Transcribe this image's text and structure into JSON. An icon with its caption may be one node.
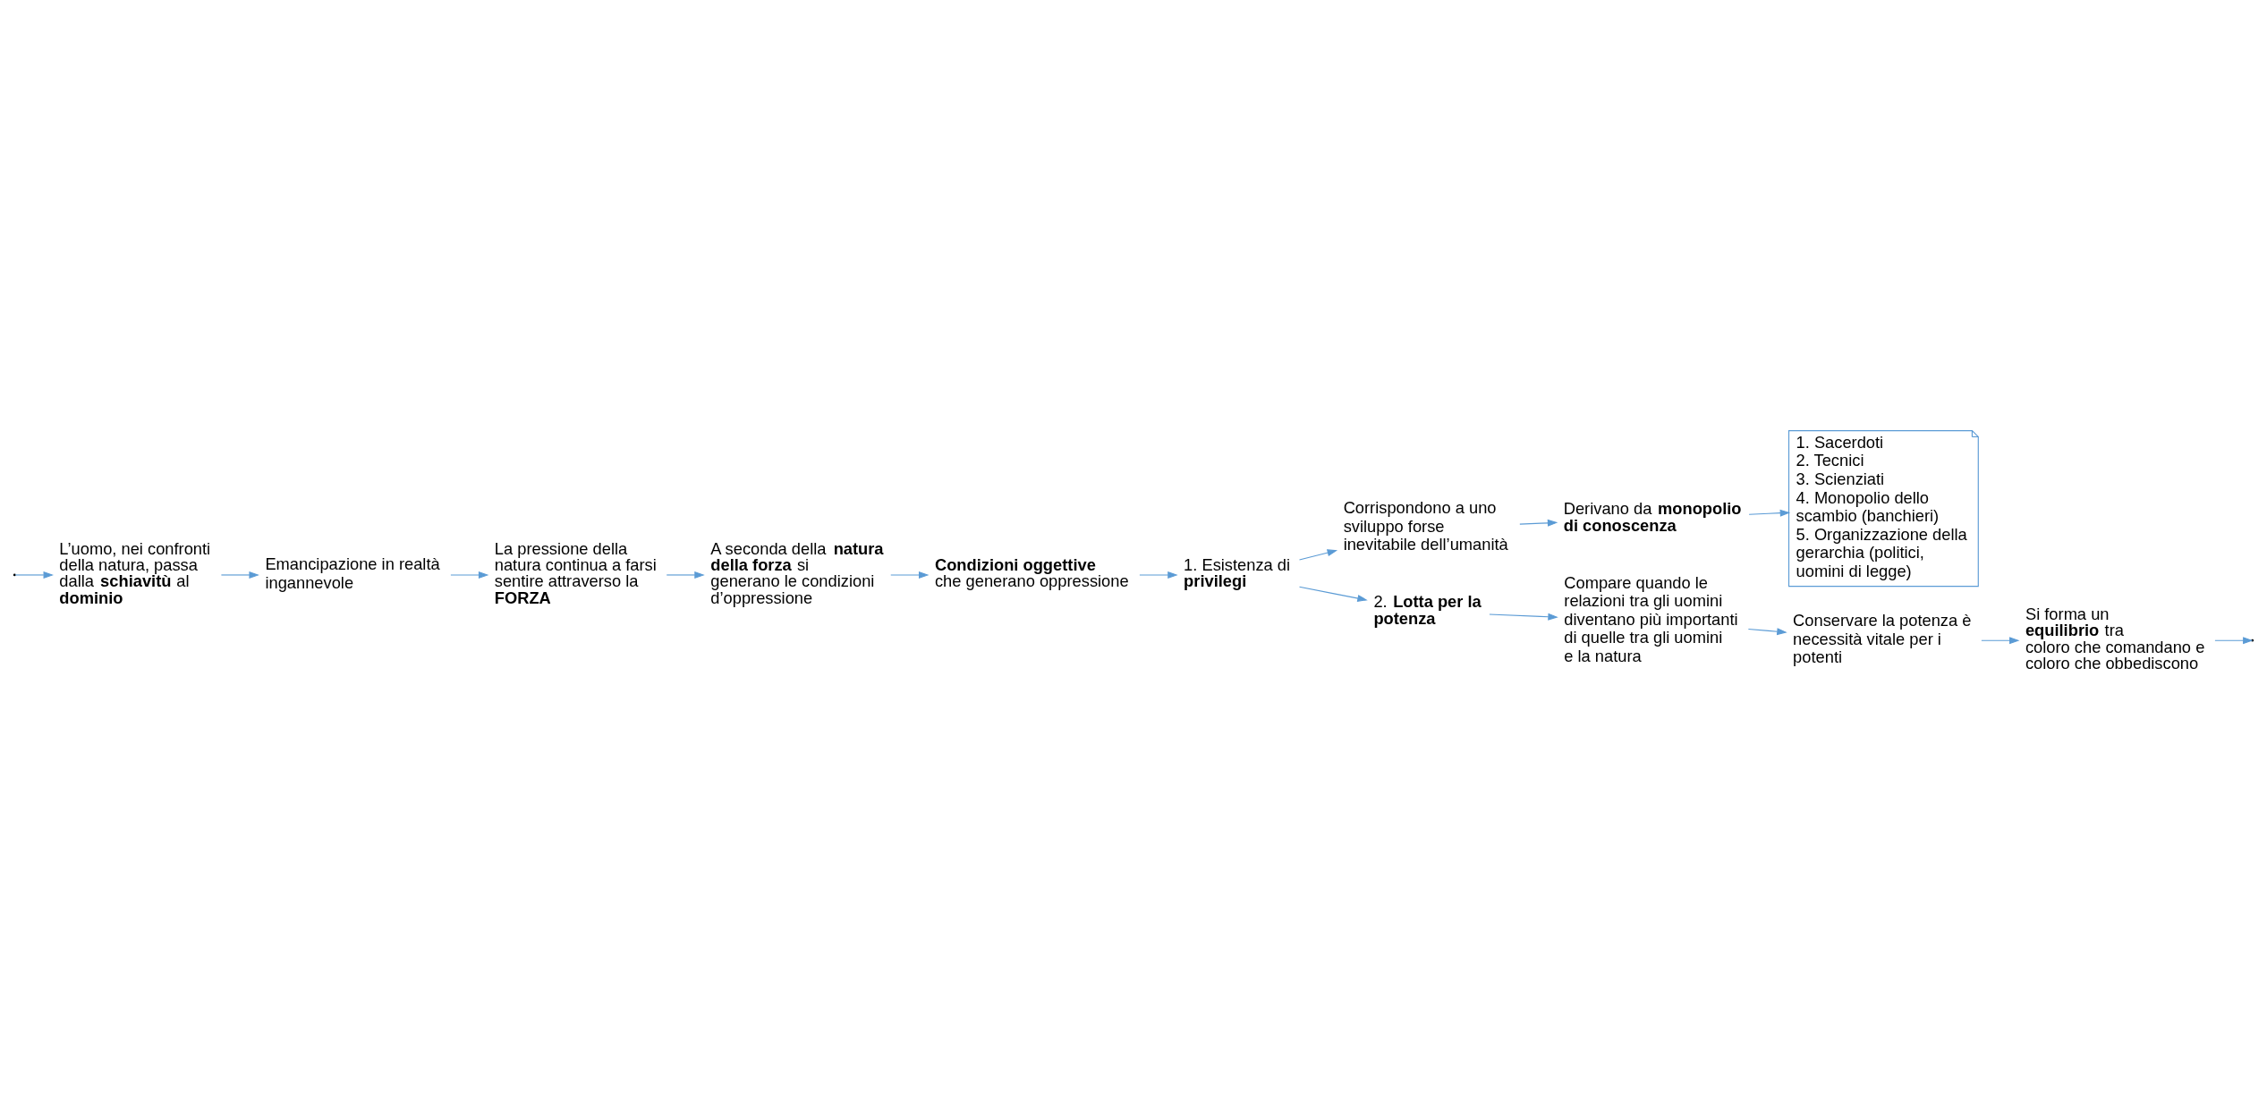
{
  "diagram": {
    "nodes": [
      {
        "text": [
          "L’uomo, nei confronti della natura, passa dalla **schiavitù** al **dominio**"
        ]
      },
      {
        "text": [
          "Emancipazione in realtà ingannevole"
        ]
      },
      {
        "text": [
          "La pressione della natura continua a farsi sentire attraverso la **FORZA**"
        ]
      },
      {
        "text": [
          "A seconda della **natura della forza** si generano le condizioni d’oppressione"
        ]
      },
      {
        "text": [
          "**Condizioni oggettive** che generano oppressione"
        ]
      },
      {
        "text": [
          "1. Esistenza di **privilegi**"
        ]
      },
      {
        "text": [
          "Corrispondono a uno sviluppo forse inevitabile dell’umanità"
        ]
      },
      {
        "text": [
          "Derivano da **monopolio di conoscenza**"
        ]
      },
      {
        "text": [
          "1. Sacerdoti",
          "2. Tecnici",
          "3. Scienziati",
          "4. Monopolio dello scambio (banchieri)",
          "5. Organizzazione della gerarchia (politici, uomini di legge)"
        ]
      },
      {
        "text": [
          "2. **Lotta per la potenza**"
        ]
      },
      {
        "text": [
          "Compare quando le relazioni tra gli uomini diventano più importanti di quelle tra gli uomini e la natura"
        ]
      },
      {
        "text": [
          "Conservare la potenza è necessità vitale per i potenti"
        ]
      },
      {
        "text": [
          "Si forma un **equilibrio** tra coloro che comandano e coloro che obbediscono"
        ]
      }
    ],
    "edges": [
      {
        "from": null,
        "to": 0,
        "arrow": "to"
      },
      {
        "from": 0,
        "to": 1,
        "arrow": "to"
      },
      {
        "from": 1,
        "to": 2,
        "arrow": "to"
      },
      {
        "from": 2,
        "to": 3,
        "arrow": "to"
      },
      {
        "from": 3,
        "to": 4,
        "arrow": "to"
      },
      {
        "from": 4,
        "to": 5,
        "arrow": "to"
      },
      {
        "from": 5,
        "to": 6,
        "arrow": "to"
      },
      {
        "from": 5,
        "to": 9,
        "arrow": "to"
      },
      {
        "from": 6,
        "to": 7,
        "arrow": "to"
      },
      {
        "from": 7,
        "to": 8,
        "arrow": "to"
      },
      {
        "from": 9,
        "to": 10,
        "arrow": "to"
      },
      {
        "from": 10,
        "to": 11,
        "arrow": "to"
      },
      {
        "from": 11,
        "to": 12,
        "arrow": "to"
      },
      {
        "from": 12,
        "to": null,
        "arrow": "to"
      }
    ]
  }
}
